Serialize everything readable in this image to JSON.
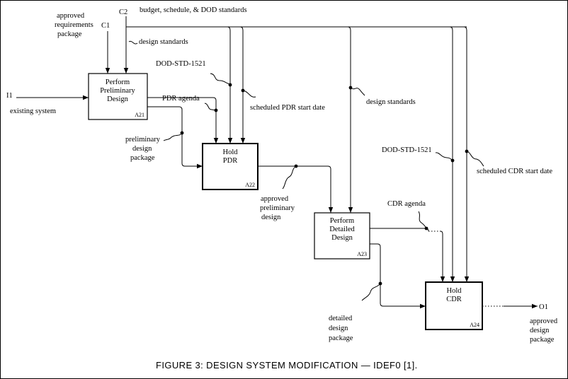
{
  "diagram": {
    "caption": "FIGURE 3:  DESIGN SYSTEM MODIFICATION — IDEF0 [1].",
    "boxes": [
      {
        "id": "a21",
        "lines": [
          "Perform",
          "Preliminary",
          "Design"
        ],
        "node": "A21"
      },
      {
        "id": "a22",
        "lines": [
          "Hold",
          "PDR"
        ],
        "node": "A22"
      },
      {
        "id": "a23",
        "lines": [
          "Perform",
          "Detailed",
          "Design"
        ],
        "node": "A23"
      },
      {
        "id": "a24",
        "lines": [
          "Hold",
          "CDR"
        ],
        "node": "A24"
      }
    ],
    "labels": {
      "approved_req": [
        "approved",
        "requirements",
        "package"
      ],
      "c1": "C1",
      "c2": "C2",
      "budget": "budget, schedule, & DOD standards",
      "design_standards_1": "design standards",
      "i1": "I1",
      "existing_system": "existing system",
      "dod_std_1": "DOD-STD-1521",
      "pdr_agenda": "PDR agenda",
      "scheduled_pdr": "scheduled PDR start date",
      "prelim_package": [
        "preliminary",
        "design",
        "package"
      ],
      "design_standards_2": "design standards",
      "dod_std_2": "DOD-STD-1521",
      "scheduled_cdr": "scheduled CDR start date",
      "approved_prelim": [
        "approved",
        "preliminary",
        "design"
      ],
      "cdr_agenda": "CDR agenda",
      "detailed_package": [
        "detailed",
        "design",
        "package"
      ],
      "o1": "O1",
      "approved_design": [
        "approved",
        "design",
        "package"
      ]
    }
  }
}
